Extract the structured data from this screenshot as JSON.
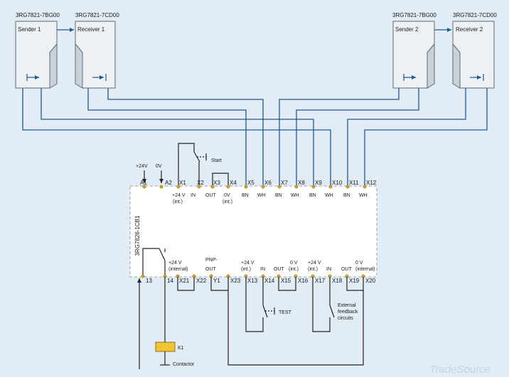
{
  "sender1": {
    "part": "3RG7821-7BG00",
    "label": "Sender 1"
  },
  "receiver1": {
    "part": "3RG7821-7CD00",
    "label": "Receiver 1"
  },
  "sender2": {
    "part": "3RG7821-7BG00",
    "label": "Sender 2"
  },
  "receiver2": {
    "part": "3RG7821-7CD00",
    "label": "Receiver 2"
  },
  "module": {
    "part": "3RG7826-1CB1"
  },
  "top_terminals": [
    "A1",
    "A2",
    "X1",
    "X2",
    "X3",
    "X4",
    "X5",
    "X6",
    "X7",
    "X8",
    "X9",
    "X10",
    "X11",
    "X12"
  ],
  "top_functions": {
    "x1_l1": "+24 V",
    "x1_l2": "(int.)",
    "x2": "IN",
    "x3": "OUT",
    "x4_l1": "0V",
    "x4_l2": "(int.)",
    "x5": "BN",
    "x6": "WH",
    "x7": "BN",
    "x8": "WH",
    "x9": "BN",
    "x10": "WH",
    "x11": "BN",
    "x12": "WH"
  },
  "supply": {
    "plus": "+24V",
    "zero": "0V"
  },
  "start_label": "Start",
  "bottom_terminals": [
    "13",
    "14",
    "X21",
    "X22",
    "Y1",
    "X23",
    "X13",
    "X14",
    "X15",
    "X16",
    "X17",
    "X18",
    "X19",
    "X20"
  ],
  "bottom_functions": {
    "x21_l1": "+24 V",
    "x21_l2": "(internal)",
    "y1_l1": "PNP-",
    "y1_l2": "OUT",
    "x13_l1": "+24 V",
    "x13_l2": "(int.)",
    "x14": "IN",
    "x15": "OUT",
    "x16_l1": "0 V",
    "x16_l2": "(int.)",
    "x17_l1": "+24 V",
    "x17_l2": "(int.)",
    "x18": "IN",
    "x19": "OUT",
    "x20_l1": "0 V",
    "x20_l2": "(internal)"
  },
  "test_label": "TEST",
  "feedback": {
    "l1": "External",
    "l2": "feedback",
    "l3": "circuits"
  },
  "k1": {
    "label": "K1",
    "caption": "Contactor"
  },
  "watermark": "TradeSource",
  "colors": {
    "background": "#e1ecf4",
    "wire": "#1f5a8f",
    "terminal": "#d4a11e",
    "coil": "#f2c531"
  }
}
